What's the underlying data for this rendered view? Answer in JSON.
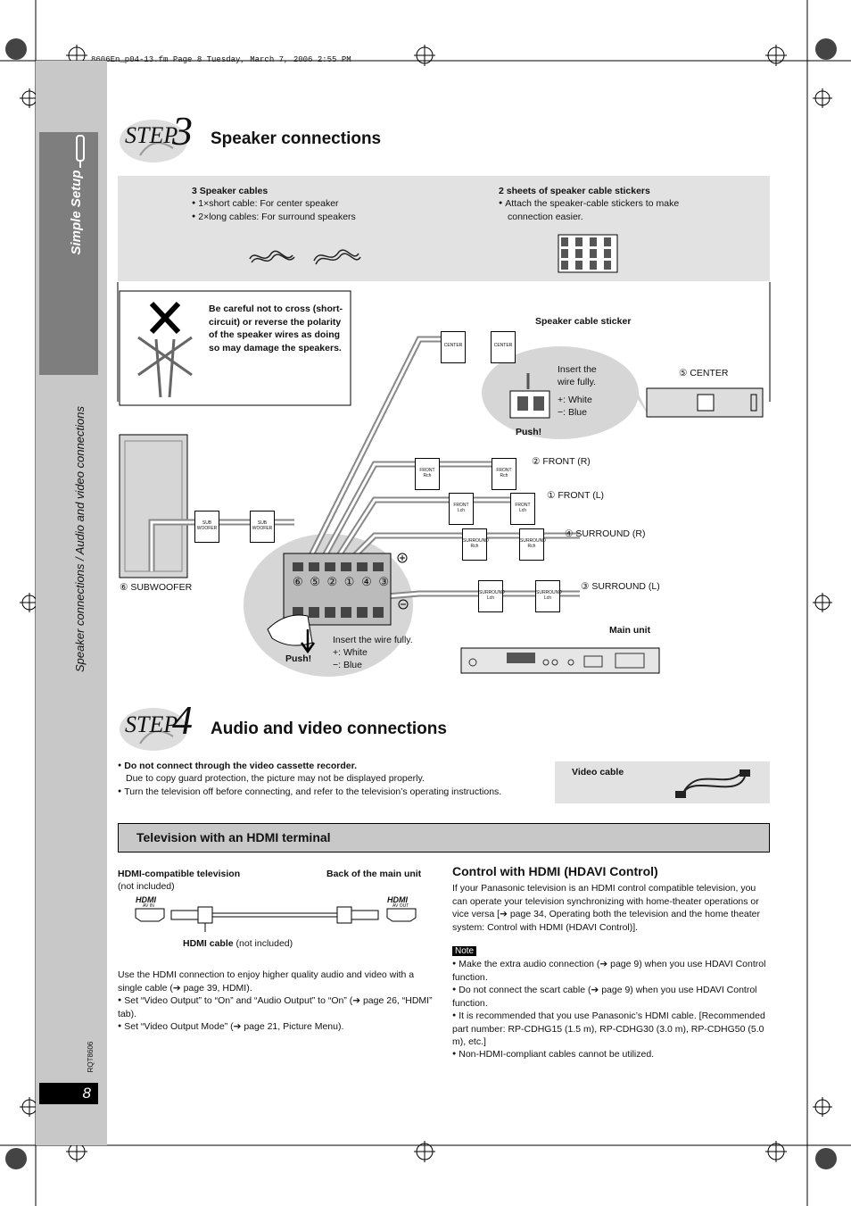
{
  "header": {
    "file_info": "8606En_p04-13.fm  Page 8  Tuesday, March 7, 2006  2:55 PM"
  },
  "sidebar": {
    "tab_label": "Simple Setup",
    "section_label": "Speaker connections / Audio and video connections",
    "doc_code": "RQT8606",
    "page_number": "8"
  },
  "step3": {
    "step_word": "STEP",
    "step_num": "3",
    "title": "Speaker connections",
    "accessories": {
      "cables_title": "3 Speaker cables",
      "cables_items": [
        "1×short cable: For center speaker",
        "2×long cables: For surround speakers"
      ],
      "stickers_title": "2 sheets of speaker cable stickers",
      "stickers_items": [
        "Attach the speaker-cable stickers to make",
        "connection easier."
      ]
    },
    "warning": "Be careful not to cross (short-circuit) or reverse the polarity of the speaker wires as doing so may damage the speakers.",
    "diagram": {
      "sticker_label": "Speaker cable sticker",
      "insert_top": [
        "Insert the",
        "wire fully."
      ],
      "white_top": "+: White",
      "blue_top": "−: Blue",
      "push_top": "Push!",
      "center": "⑤ CENTER",
      "front_r": "② FRONT (R)",
      "front_l": "① FRONT (L)",
      "surround_r": "④ SURROUND (R)",
      "surround_l": "③ SURROUND (L)",
      "subwoofer": "⑥ SUBWOOFER",
      "main_unit": "Main unit",
      "insert_bottom": "Insert the wire fully.",
      "white_bottom": "+: White",
      "blue_bottom": "−: Blue",
      "push_bottom": "Push!",
      "terminal_nums": "⑥ ⑤ ② ① ④ ③",
      "tag_center": "CENTER",
      "tag_front_r": "FRONT Rch",
      "tag_front_l": "FRONT Lch",
      "tag_surr_r": "SURROUND Rch",
      "tag_surr_l": "SURROUND Lch",
      "tag_sub": "SUB WOOFER"
    }
  },
  "step4": {
    "step_word": "STEP",
    "step_num": "4",
    "title": "Audio and video connections",
    "notes": [
      {
        "bold": "Do not connect through the video cassette recorder.",
        "text": "Due to copy guard protection, the picture may not be displayed properly."
      },
      {
        "bold": "",
        "text": "Turn the television off before connecting, and refer to the television’s operating instructions."
      }
    ],
    "video_cable_label": "Video cable",
    "hdmi_section_title": "Television with an HDMI terminal",
    "hdmi_tv_label": "HDMI-compatible television",
    "hdmi_tv_sub": "(not included)",
    "back_label": "Back of the main unit",
    "av_in": "AV IN",
    "av_out": "AV OUT",
    "hdmi_logo": "HDMI",
    "hdmi_cable_bold": "HDMI cable",
    "hdmi_cable_rest": " (not included)",
    "use_text": "Use the HDMI connection to enjoy higher quality audio and video with a single cable (➔ page 39, HDMI).",
    "left_bullets": [
      "Set “Video Output” to “On” and “Audio Output” to “On” (➔ page 26, “HDMI” tab).",
      "Set “Video Output Mode” (➔ page 21, Picture Menu)."
    ],
    "control_title": "Control with HDMI (HDAVI Control)",
    "control_text": "If your Panasonic television is an HDMI control compatible television, you can operate your television synchronizing with home-theater operations or vice versa [➔ page 34, Operating both the television and the home theater system: Control with HDMI (HDAVI Control)].",
    "note_label": "Note",
    "note_items": [
      "Make the extra audio connection (➔ page 9) when you use HDAVI Control function.",
      "Do not connect the scart cable (➔ page 9) when you use HDAVI Control function.",
      "It is recommended that you use Panasonic’s HDMI cable. [Recommended part number: RP-CDHG15 (1.5 m), RP-CDHG30 (3.0 m), RP-CDHG50 (5.0 m), etc.]",
      "Non-HDMI-compliant cables cannot be utilized."
    ]
  }
}
